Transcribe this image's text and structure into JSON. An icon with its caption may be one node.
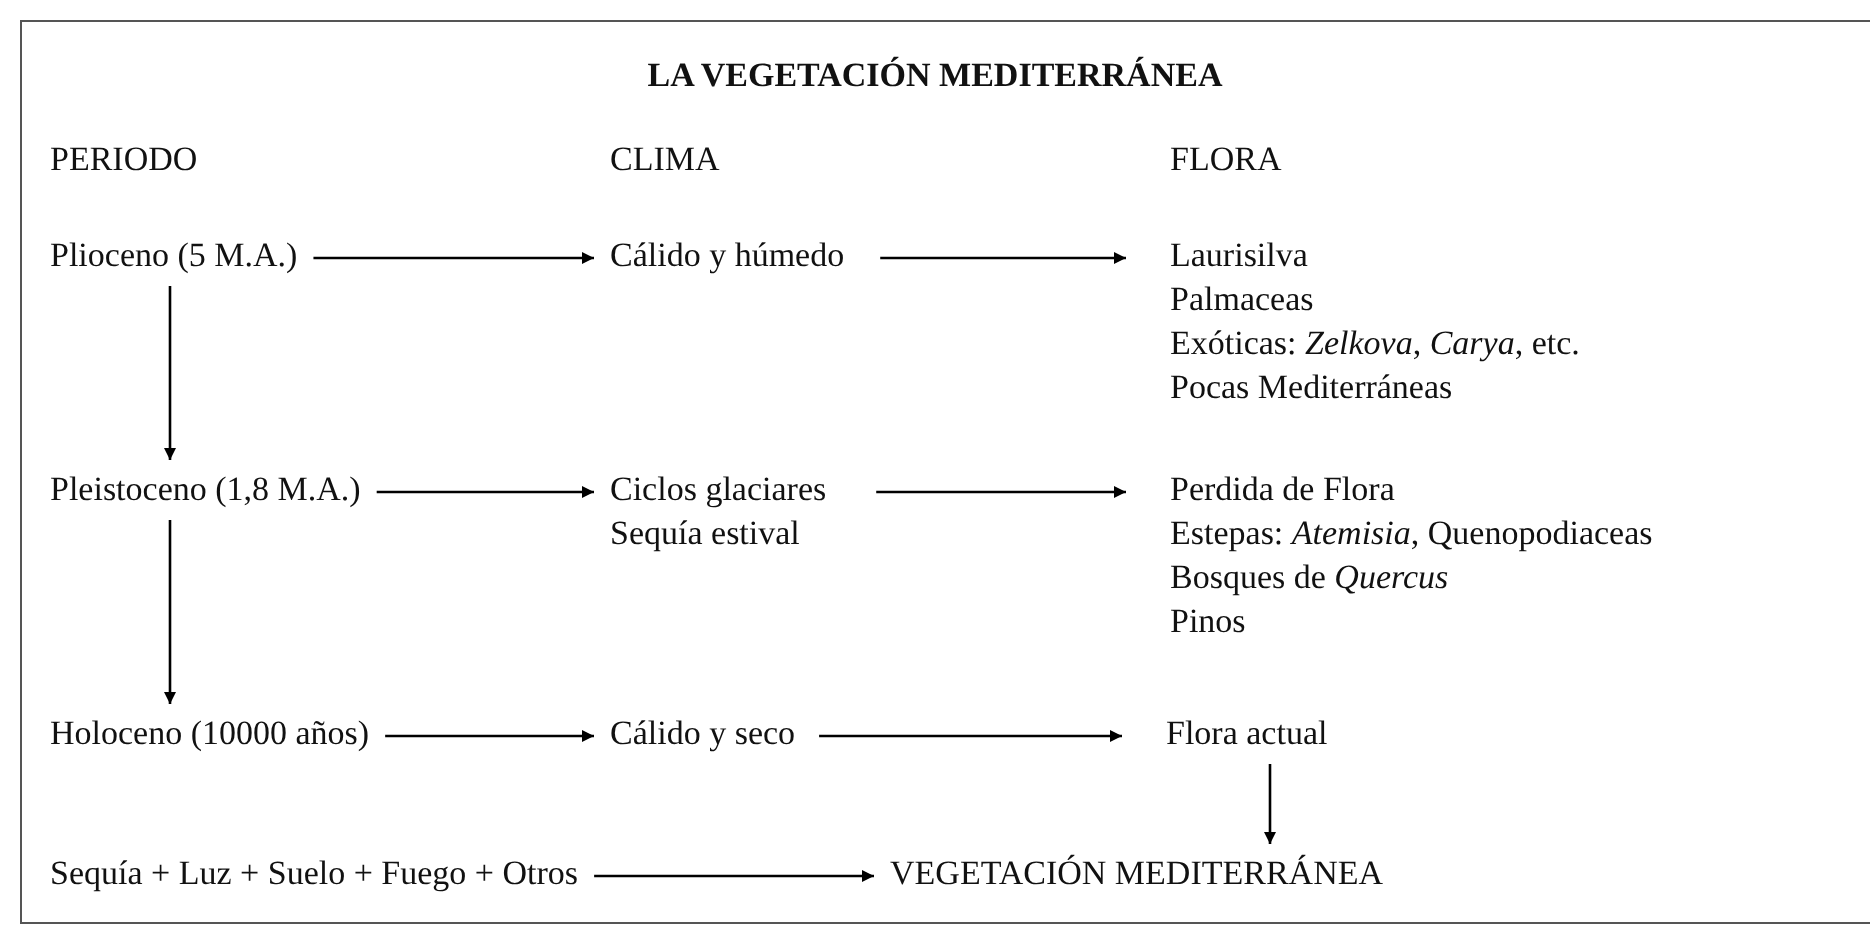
{
  "diagram": {
    "title": "LA VEGETACIÓN MEDITERRÁNEA",
    "nodes": [
      {
        "text": [
          "Plioceno (5 M.A.)"
        ]
      },
      {
        "text": [
          "Cálido y húmedo"
        ]
      },
      {
        "text": [
          "Laurisilva",
          "Palmaceas",
          "Exóticas: *Zelkova*, *Carya*, etc.",
          "Pocas Mediterráneas"
        ]
      },
      {
        "text": [
          "Pleistoceno (1,8 M.A.)"
        ]
      },
      {
        "text": [
          "Ciclos glaciares",
          "Sequía estival"
        ]
      },
      {
        "text": [
          "Perdida de Flora",
          "Estepas: *Atemisia*, Quenopodiaceas",
          "Bosques de *Quercus*",
          "Pinos"
        ]
      },
      {
        "text": [
          "Holoceno (10000 años)"
        ]
      },
      {
        "text": [
          "Cálido y seco"
        ]
      },
      {
        "text": [
          "Flora actual"
        ]
      },
      {
        "text": [
          "Sequía + Luz + Suelo + Fuego + Otros"
        ]
      },
      {
        "text": [
          "VEGETACIÓN MEDITERRÁNEA"
        ]
      }
    ],
    "edges": [
      {
        "from": 0,
        "to": 1,
        "arrow": "to"
      },
      {
        "from": 1,
        "to": 2,
        "arrow": "to"
      },
      {
        "from": 0,
        "to": 3,
        "arrow": "to"
      },
      {
        "from": 3,
        "to": 4,
        "arrow": "to"
      },
      {
        "from": 4,
        "to": 5,
        "arrow": "to"
      },
      {
        "from": 3,
        "to": 6,
        "arrow": "to"
      },
      {
        "from": 6,
        "to": 7,
        "arrow": "to"
      },
      {
        "from": 7,
        "to": 8,
        "arrow": "to"
      },
      {
        "from": 8,
        "to": 10,
        "arrow": "to"
      },
      {
        "from": 9,
        "to": 10,
        "arrow": "to"
      }
    ],
    "labels": [
      "PERIODO",
      "CLIMA",
      "FLORA"
    ]
  }
}
